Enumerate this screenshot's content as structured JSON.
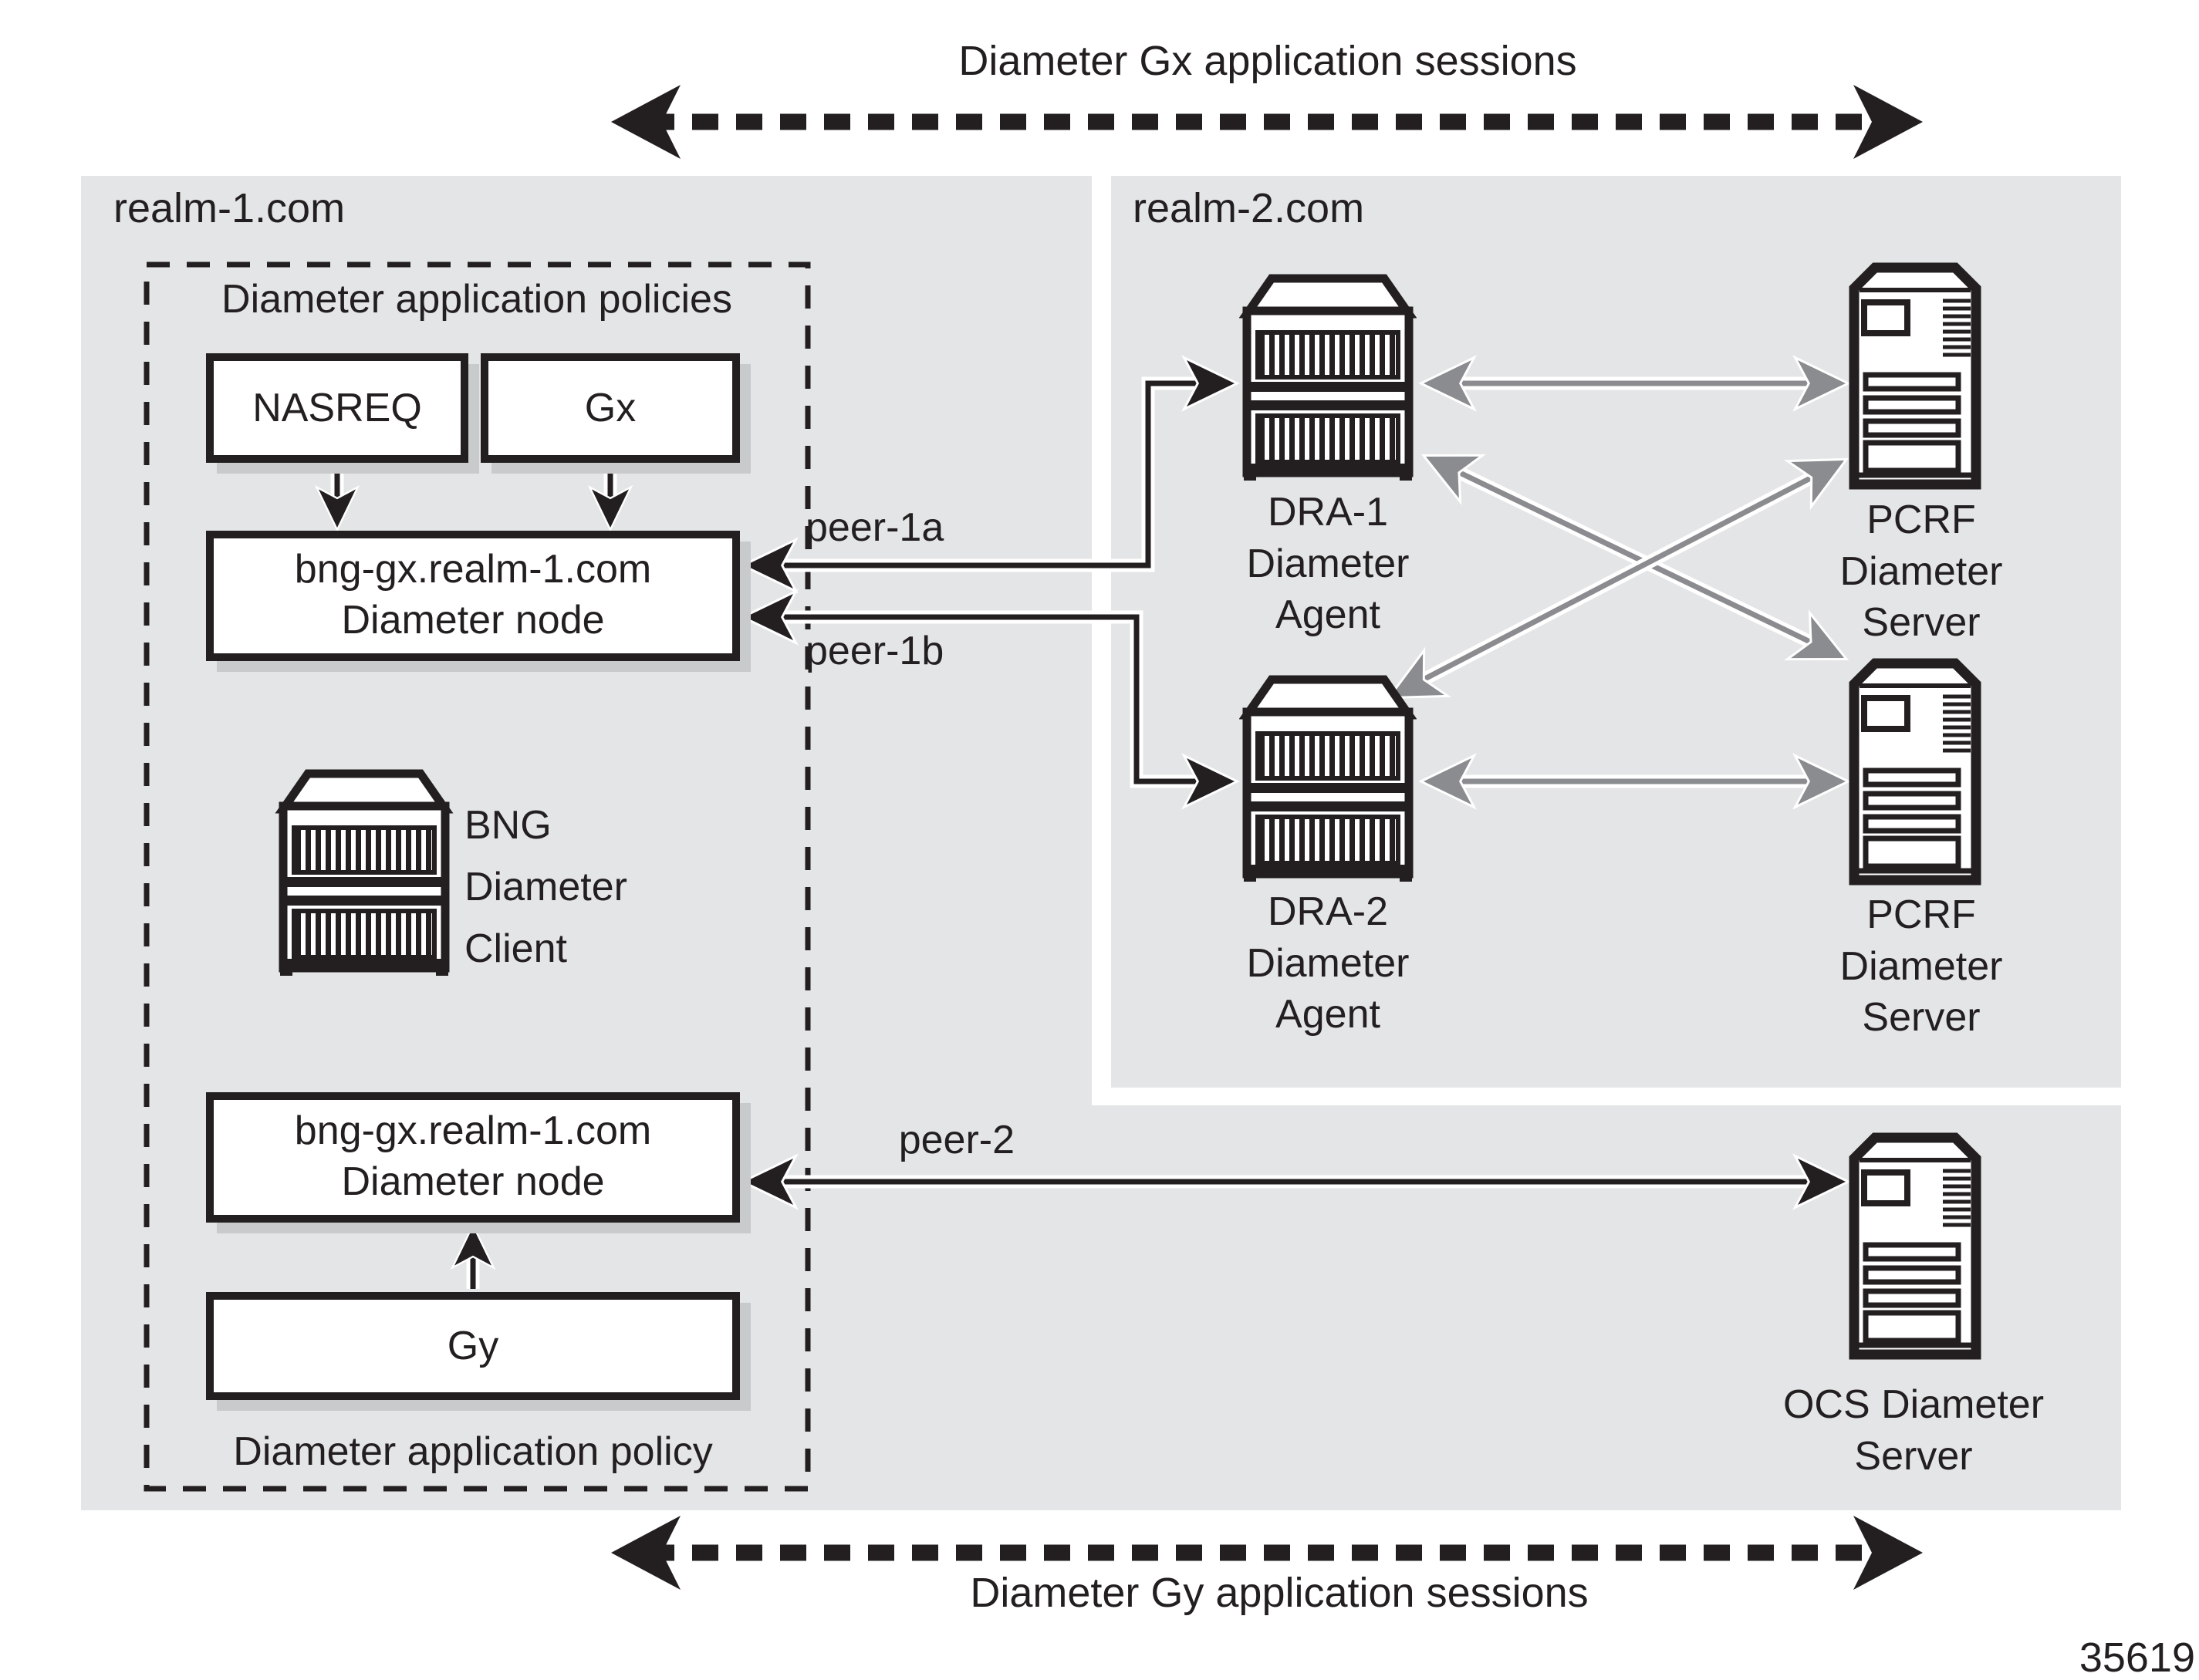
{
  "figure": {
    "top_session_label": "Diameter Gx application sessions",
    "bottom_session_label": "Diameter Gy application sessions",
    "figure_number": "35619"
  },
  "realm1": {
    "name": "realm-1.com",
    "policy_group_top_label": "Diameter application policies",
    "policy_group_bottom_label": "Diameter application policy",
    "policy_nasreq": "NASREQ",
    "policy_gx": "Gx",
    "policy_gy": "Gy",
    "gx_node": {
      "line1": "bng-gx.realm-1.com",
      "line2": "Diameter node"
    },
    "gy_node": {
      "line1": "bng-gx.realm-1.com",
      "line2": "Diameter node"
    },
    "bng_client": {
      "line1": "BNG",
      "line2": "Diameter",
      "line3": "Client"
    }
  },
  "realm2": {
    "name": "realm-2.com",
    "dra1": {
      "line1": "DRA-1",
      "line2": "Diameter",
      "line3": "Agent"
    },
    "dra2": {
      "line1": "DRA-2",
      "line2": "Diameter",
      "line3": "Agent"
    },
    "pcrf1": {
      "line1": "PCRF",
      "line2": "Diameter",
      "line3": "Server"
    },
    "pcrf2": {
      "line1": "PCRF",
      "line2": "Diameter",
      "line3": "Server"
    }
  },
  "ocs": {
    "line1": "OCS Diameter",
    "line2": "Server"
  },
  "peers": {
    "peer_1a": "peer-1a",
    "peer_1b": "peer-1b",
    "peer_2": "peer-2"
  },
  "colors": {
    "region_fill": "#e4e5e6",
    "line": "#231f20",
    "gray_arrow": "#8a8c8f",
    "shadow": "#c9cacb"
  }
}
